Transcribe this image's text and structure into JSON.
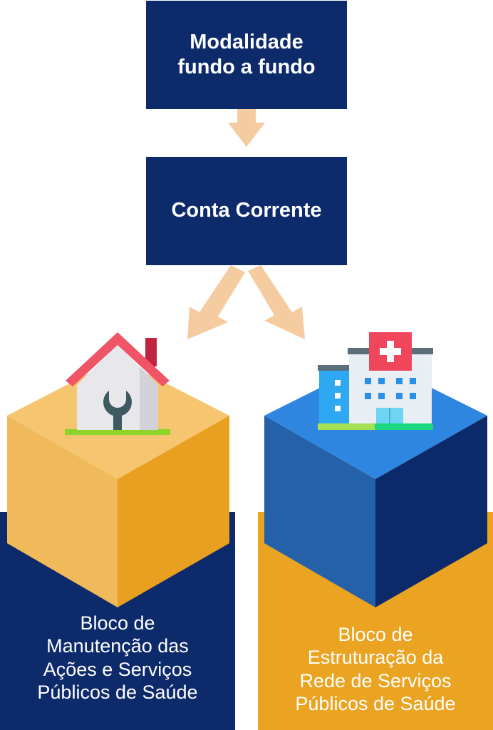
{
  "flow": {
    "step1": "Modalidade\nfundo a fundo",
    "step2": "Conta Corrente",
    "block_left": "Bloco de\nManutenção das\nAções e Serviços\nPúblicos de Saúde",
    "block_right": "Bloco de\nEstruturação da\nRede de Serviços\nPúblicos de Saúde"
  },
  "icons": {
    "left": "house-wrench-icon",
    "right": "hospital-building-icon"
  },
  "colors": {
    "navy": "#0d2a6b",
    "orange": "#eba322",
    "arrow": "#f5cba0"
  }
}
